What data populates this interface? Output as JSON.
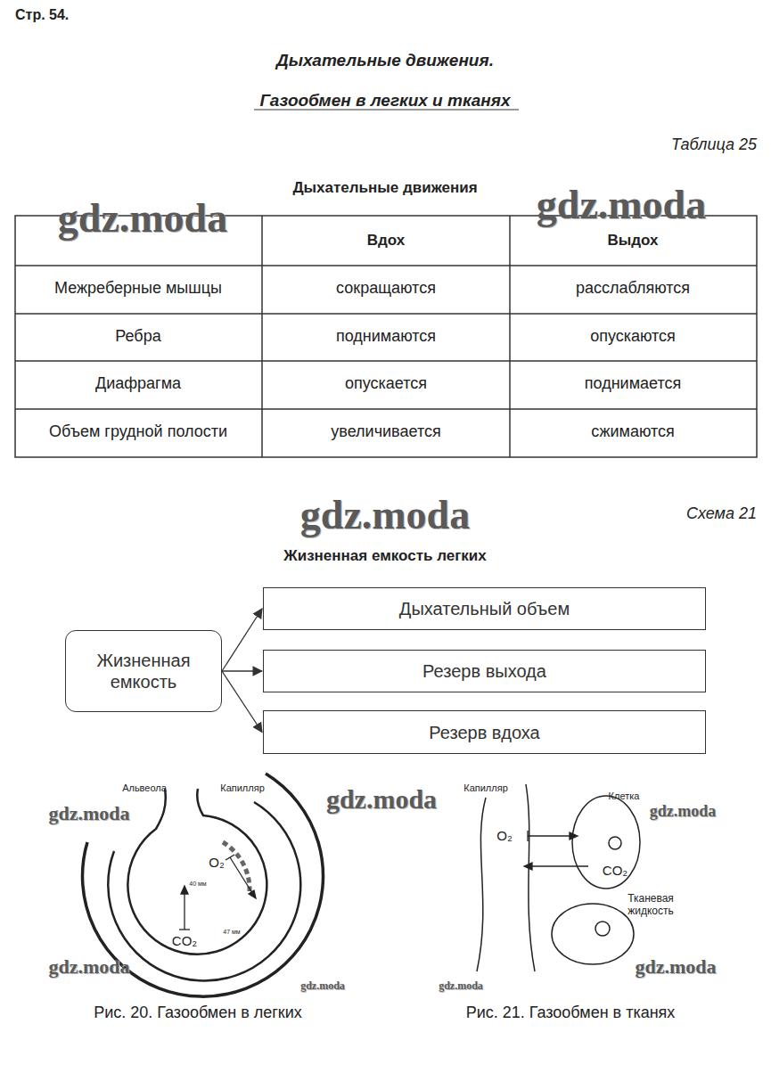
{
  "diagram": {
    "title": "Дыхательные движения.",
    "nodes": [
      {
        "text": [
          "Жизненная емкость"
        ]
      },
      {
        "text": [
          "Дыхательный объем"
        ]
      },
      {
        "text": [
          "Резерв выхода"
        ]
      },
      {
        "text": [
          "Резерв вдоха"
        ]
      }
    ],
    "edges": [
      {
        "from": 0,
        "to": 1,
        "arrow": "to"
      },
      {
        "from": 0,
        "to": 2,
        "arrow": "to"
      },
      {
        "from": 0,
        "to": 3,
        "arrow": "to"
      }
    ],
    "labels": [
      "Стр. 54.",
      "Газообмен в легких и тканях",
      "Таблица 25",
      "Дыхательные движения",
      "Вдох",
      "Выдох",
      "Межреберные мышцы",
      "сокращаются",
      "расслабляются",
      "Ребра",
      "поднимаются",
      "опускаются",
      "Диафрагма",
      "опускается",
      "поднимается",
      "Объем грудной полости",
      "увеличивается",
      "сжимаются",
      "Схема 21",
      "Жизненная емкость легких",
      "Альвеола",
      "Капилляр",
      "O₂",
      "40 мм",
      "CO₂",
      "47 мм",
      "Капилляр",
      "Клетка",
      "O₂",
      "CO₂",
      "Тканевая жидкость",
      "Рис. 20. Газообмен в легких",
      "Рис. 21. Газообмен в тканях",
      "gdz.moda",
      "gdz.moda",
      "gdz.moda",
      "gdz.moda",
      "gdz.moda",
      "gdz.moda",
      "gdz.moda",
      "gdz.moda",
      "gdz.moda",
      "gdz.moda"
    ]
  }
}
